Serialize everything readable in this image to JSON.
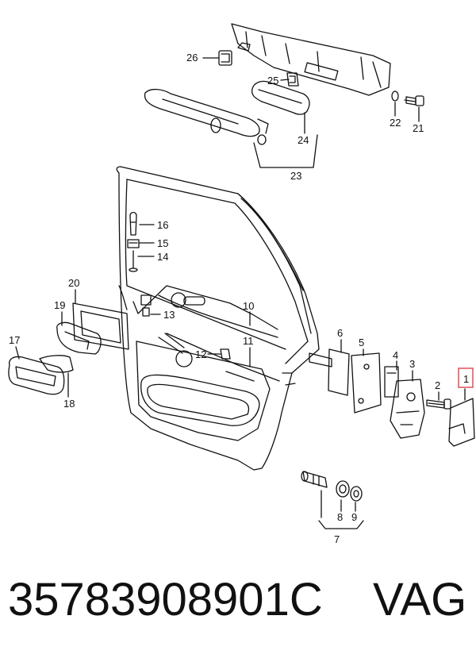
{
  "callouts": {
    "c1": "1",
    "c2": "2",
    "c3": "3",
    "c4": "4",
    "c5": "5",
    "c6": "6",
    "c7": "7",
    "c8": "8",
    "c9": "9",
    "c10": "10",
    "c11": "11",
    "c12": "12",
    "c13": "13",
    "c14": "14",
    "c15": "15",
    "c16": "16",
    "c17": "17",
    "c18": "18",
    "c19": "19",
    "c20": "20",
    "c21": "21",
    "c22": "22",
    "c23": "23",
    "c24": "24",
    "c25": "25",
    "c26": "26"
  },
  "highlight_color": "#e0434b",
  "caption": {
    "part_number": "35783908901C",
    "brand": "VAG"
  }
}
